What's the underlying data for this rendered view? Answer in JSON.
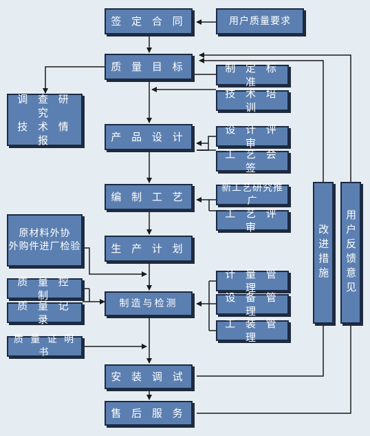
{
  "nodes": {
    "contract": "签 定 合 同",
    "user_req": "用户质量要求",
    "quality_goal": "质 量 目 标",
    "research": "调 查 研 究\n技 术 情 报",
    "standards": "制 定 标 准",
    "training": "技 术 培 训",
    "design": "产 品 设 计",
    "design_review": "设 计 评 审",
    "process_sign": "工 艺 会 签",
    "process_make": "编 制 工 艺",
    "new_process": "新工艺研究推广",
    "process_review": "工 艺 评 审",
    "materials": "原材料外协\n外购件进厂检验",
    "prod_plan": "生 产 计 划",
    "measure": "计 量 管 理",
    "q_control": "质 量 控 制",
    "manufacture": "制造与检测",
    "equipment": "设 备 管 理",
    "q_record": "质 量 记 录",
    "tooling": "工 装 管 理",
    "q_cert": "质 量 证 明 书",
    "install": "安 装 调 试",
    "after_sales": "售 后 服 务",
    "improve": "改进措施",
    "feedback": "用户反馈意见"
  },
  "colors": {
    "box_fill": "#5b7fb0",
    "box_border": "#1b2a44",
    "line": "#1a1a1a",
    "background": "#e6edf2"
  }
}
